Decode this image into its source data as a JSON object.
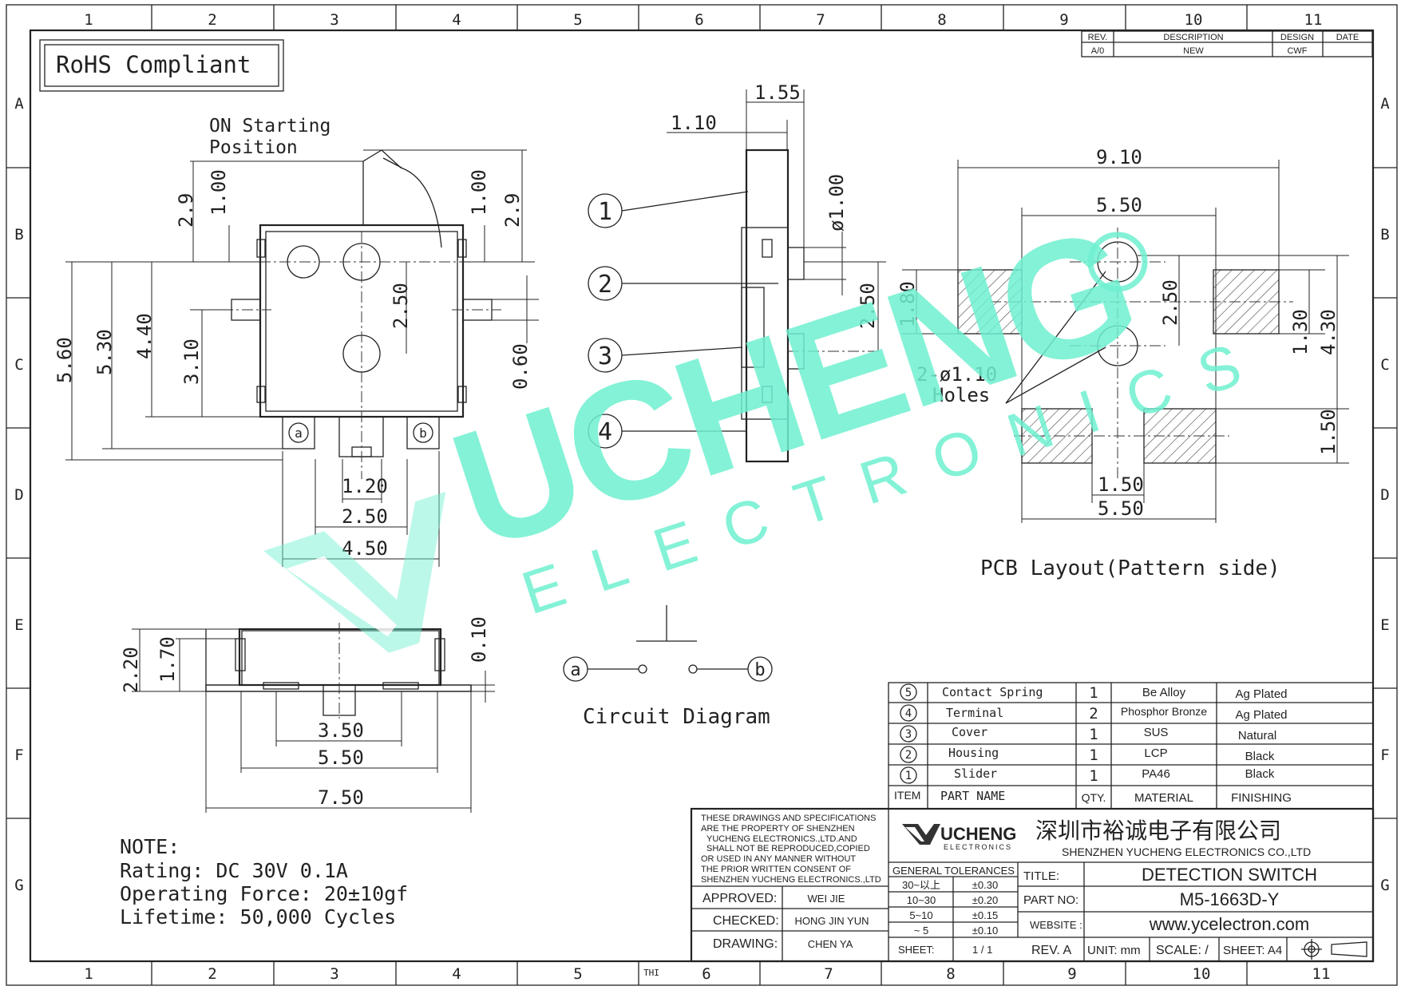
{
  "border": {
    "cols": [
      "1",
      "2",
      "3",
      "4",
      "5",
      "6",
      "7",
      "8",
      "9",
      "10",
      "11"
    ],
    "rows": [
      "A",
      "B",
      "C",
      "D",
      "E",
      "F",
      "G"
    ],
    "bottom_note": "THI"
  },
  "rohs": "RoHS Compliant",
  "revision": {
    "headers": [
      "REV.",
      "DESCRIPTION",
      "DESIGN",
      "DATE"
    ],
    "row": [
      "A/0",
      "NEW",
      "CWF",
      ""
    ]
  },
  "front_view": {
    "on_label_1": "ON  Starting",
    "on_label_2": "Position",
    "term_a": "a",
    "term_b": "b",
    "dims": {
      "d_2_9_left": "2.9",
      "d_1_00_left": "1.00",
      "d_1_00_right": "1.00",
      "d_2_9_right": "2.9",
      "d_5_60": "5.60",
      "d_5_30": "5.30",
      "d_4_40": "4.40",
      "d_3_10": "3.10",
      "d_2_50": "2.50",
      "d_0_60": "0.60",
      "d_1_20": "1.20",
      "d_2_50_b": "2.50",
      "d_4_50": "4.50"
    }
  },
  "side_view": {
    "callouts": [
      "1",
      "2",
      "3",
      "4"
    ],
    "dims": {
      "d_1_55": "1.55",
      "d_1_10": "1.10",
      "d_dia_1_00": "ø1.00",
      "d_2_50": "2.50"
    }
  },
  "pcb": {
    "dims": {
      "d_9_10": "9.10",
      "d_5_50_top": "5.50",
      "d_1_80": "1.80",
      "d_2_50": "2.50",
      "d_1_30": "1.30",
      "d_4_30": "4.30",
      "d_1_50_right": "1.50",
      "d_1_50_bottom": "1.50",
      "d_5_50_bottom": "5.50"
    },
    "holes_1": "2-ø1.10",
    "holes_2": "Holes",
    "caption": "PCB  Layout(Pattern  side)"
  },
  "bottom_view": {
    "dims": {
      "d_2_20": "2.20",
      "d_1_70": "1.70",
      "d_0_10": "0.10",
      "d_3_50": "3.50",
      "d_5_50": "5.50",
      "d_7_50": "7.50"
    }
  },
  "circuit": {
    "a": "a",
    "b": "b",
    "caption": "Circuit  Diagram"
  },
  "note": {
    "title": "NOTE:",
    "lines": [
      "Rating:  DC  30V  0.1A",
      "Operating  Force:  20±10gf",
      "Lifetime:   50,000  Cycles"
    ]
  },
  "bom": {
    "rows": [
      {
        "item": "5",
        "part": "Contact  Spring",
        "qty": "1",
        "material": "Be  Alloy",
        "finish": "Ag  Plated"
      },
      {
        "item": "4",
        "part": "Terminal",
        "qty": "2",
        "material": "Phosphor  Bronze",
        "finish": "Ag  Plated"
      },
      {
        "item": "3",
        "part": "Cover",
        "qty": "1",
        "material": "SUS",
        "finish": "Natural"
      },
      {
        "item": "2",
        "part": "Housing",
        "qty": "1",
        "material": "LCP",
        "finish": "Black"
      },
      {
        "item": "1",
        "part": "Slider",
        "qty": "1",
        "material": "PA46",
        "finish": "Black"
      }
    ],
    "header": {
      "item": "ITEM",
      "part": "PART  NAME",
      "qty": "QTY.",
      "material": "MATERIAL",
      "finish": "FINISHING"
    }
  },
  "title_block": {
    "disclaimer": [
      "THESE DRAWINGS AND SPECIFICATIONS",
      "ARE THE PROPERTY OF SHENZHEN",
      "YUCHENG ELECTRONICS.,LTD.AND",
      "SHALL NOT BE REPRODUCED,COPIED",
      "OR USED IN ANY MANNER WITHOUT",
      "THE PRIOR WRITTEN CONSENT OF",
      "SHENZHEN YUCHENG ELECTRONICS.,LTD"
    ],
    "logo_main": "UCHENG",
    "logo_sub": "ELECTRONICS",
    "company_cn": "深圳市裕诚电子有限公司",
    "company_en": "SHENZHEN YUCHENG ELECTRONICS CO.,LTD",
    "approved_label": "APPROVED:",
    "approved": "WEI JIE",
    "checked_label": "CHECKED:",
    "checked": "HONG JIN YUN",
    "drawing_label": "DRAWING:",
    "drawing": "CHEN YA",
    "tolerance_title": "GENERAL TOLERANCES",
    "tolerances": [
      {
        "range": "30~以上",
        "tol": "±0.30"
      },
      {
        "range": "10~30",
        "tol": "±0.20"
      },
      {
        "range": "5~10",
        "tol": "±0.15"
      },
      {
        "range": "~ 5",
        "tol": "±0.10"
      }
    ],
    "sheet_label": "SHEET:",
    "sheet": "1 / 1",
    "title_label": "TITLE:",
    "title": "DETECTION SWITCH",
    "part_label": "PART NO:",
    "part_no": "M5-1663D-Y",
    "website_label": "WEBSITE :",
    "website": "www.ycelectron.com",
    "rev": "REV. A",
    "unit": "UNIT: mm",
    "scale": "SCALE: /",
    "size": "SHEET: A4"
  },
  "watermark": {
    "main": "UCHENG",
    "sub": "ELECTRONICS"
  }
}
